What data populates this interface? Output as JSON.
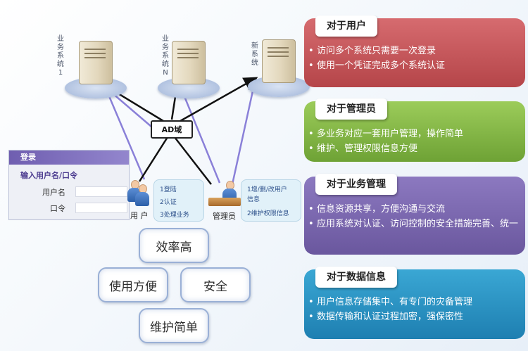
{
  "servers": [
    {
      "label": "业务系统1",
      "icon": "server-icon"
    },
    {
      "label": "业务系统N",
      "icon": "server-icon"
    },
    {
      "label": "新系统",
      "icon": "server-icon"
    }
  ],
  "ad_domain": "AD域",
  "login": {
    "title": "登录",
    "hint": "输入用户名/口令",
    "username_label": "用户名",
    "password_label": "口令"
  },
  "user": {
    "label": "用 户",
    "tasks": [
      "1登陆",
      "2认证",
      "3处理业务"
    ]
  },
  "admin": {
    "label": "管理员",
    "tasks": [
      "1增/删/改用户",
      "信息",
      "2维护权限信息"
    ]
  },
  "benefits": [
    "效率高",
    "使用方便",
    "安全",
    "维护简单"
  ],
  "cards": [
    {
      "title": "对于用户",
      "color": "#c5565a",
      "items": [
        "访问多个系统只需要一次登录",
        "使用一个凭证完成多个系统认证"
      ]
    },
    {
      "title": "对于管理员",
      "color": "#86b948",
      "items": [
        "多业务对应一套用户管理，操作简单",
        "维护、管理权限信息方便"
      ]
    },
    {
      "title": "对于业务管理",
      "color": "#7b68b0",
      "items": [
        "信息资源共享，方便沟通与交流",
        "应用系统对认证、访问控制的安全措施完善、统一"
      ]
    },
    {
      "title": "对于数据信息",
      "color": "#2b93c4",
      "items": [
        "用户信息存储集中、有专门的灾备管理",
        "数据传输和认证过程加密，强保密性"
      ]
    }
  ]
}
